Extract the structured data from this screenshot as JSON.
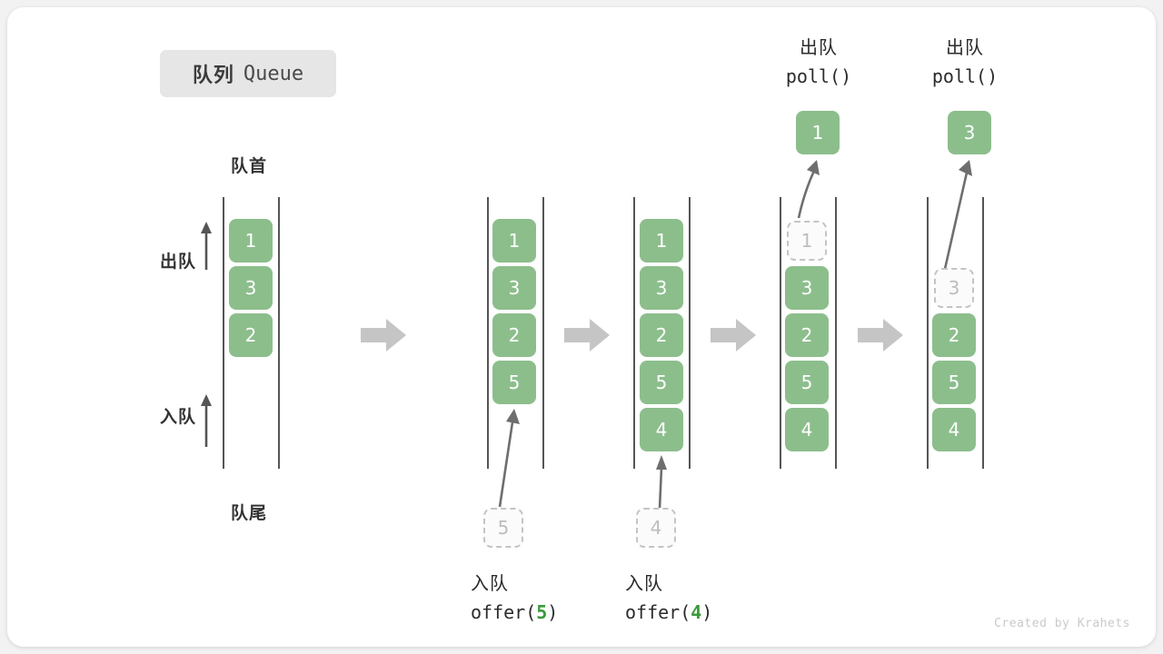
{
  "title": {
    "cn": "队列",
    "en": "Queue"
  },
  "labels": {
    "head": "队首",
    "tail": "队尾",
    "dequeue_side": "出队",
    "enqueue_side": "入队"
  },
  "colors": {
    "cell_green": "#8cbe8c",
    "ghost_border": "#c4c4c4",
    "ghost_text": "#bdbdbd",
    "rail": "#555555",
    "step_arrow": "#c5c5c5",
    "badge_bg": "#e6e6e6",
    "code_number": "#3a9a3a",
    "text": "#333333",
    "card_bg": "#ffffff",
    "page_bg": "#f2f2f2"
  },
  "columns": [
    {
      "name": "initial",
      "cells": [
        "1",
        "3",
        "2"
      ]
    },
    {
      "name": "after-offer-5",
      "cells": [
        "1",
        "3",
        "2",
        "5"
      ]
    },
    {
      "name": "after-offer-4",
      "cells": [
        "1",
        "3",
        "2",
        "5",
        "4"
      ]
    },
    {
      "name": "polling-1",
      "cells": [
        "1",
        "3",
        "2",
        "5",
        "4"
      ],
      "ghost_index": 0
    },
    {
      "name": "polling-3",
      "cells": [
        "3",
        "2",
        "5",
        "4"
      ],
      "ghost_index": 0,
      "empty_top": 1
    }
  ],
  "operations": {
    "enqueue_5": {
      "cn": "入队",
      "code_prefix": "offer(",
      "code_value": "5",
      "code_suffix": ")",
      "ghost_value": "5"
    },
    "enqueue_4": {
      "cn": "入队",
      "code_prefix": "offer(",
      "code_value": "4",
      "code_suffix": ")",
      "ghost_value": "4"
    },
    "dequeue_1": {
      "cn": "出队",
      "code": "poll()",
      "popped_value": "1"
    },
    "dequeue_3": {
      "cn": "出队",
      "code": "poll()",
      "popped_value": "3"
    }
  },
  "watermark": "Created by Krahets",
  "chart_data": {
    "type": "diagram",
    "title": "队列 Queue",
    "description": "Queue operations: offer(5), offer(4), poll(), poll()",
    "states": [
      {
        "step": 0,
        "contents": [
          "1",
          "3",
          "2"
        ]
      },
      {
        "step": 1,
        "contents": [
          "1",
          "3",
          "2",
          "5"
        ],
        "op": "offer(5)"
      },
      {
        "step": 2,
        "contents": [
          "1",
          "3",
          "2",
          "5",
          "4"
        ],
        "op": "offer(4)"
      },
      {
        "step": 3,
        "contents": [
          "3",
          "2",
          "5",
          "4"
        ],
        "op": "poll()",
        "returned": "1"
      },
      {
        "step": 4,
        "contents": [
          "2",
          "5",
          "4"
        ],
        "op": "poll()",
        "returned": "3"
      }
    ]
  }
}
